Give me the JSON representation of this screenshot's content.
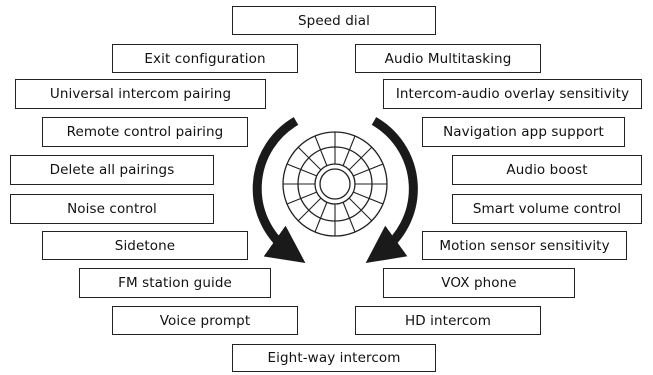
{
  "menu": {
    "top": "Speed dial",
    "bottom": "Eight-way intercom",
    "left": [
      "Exit configuration",
      "Universal intercom pairing",
      "Remote control pairing",
      "Delete all pairings",
      "Noise control",
      "Sidetone",
      "FM station guide",
      "Voice prompt"
    ],
    "right": [
      "Audio Multitasking",
      "Intercom-audio overlay sensitivity",
      "Navigation app support",
      "Audio boost",
      "Smart volume control",
      "Motion sensor sensitivity",
      "VOX phone",
      "HD intercom"
    ]
  },
  "icons": {
    "dial": "jog-dial-icon",
    "left_arrow": "counterclockwise-arrow-icon",
    "right_arrow": "clockwise-arrow-icon"
  },
  "colors": {
    "line": "#222222",
    "arrow": "#1a1a1a",
    "background": "#ffffff"
  }
}
